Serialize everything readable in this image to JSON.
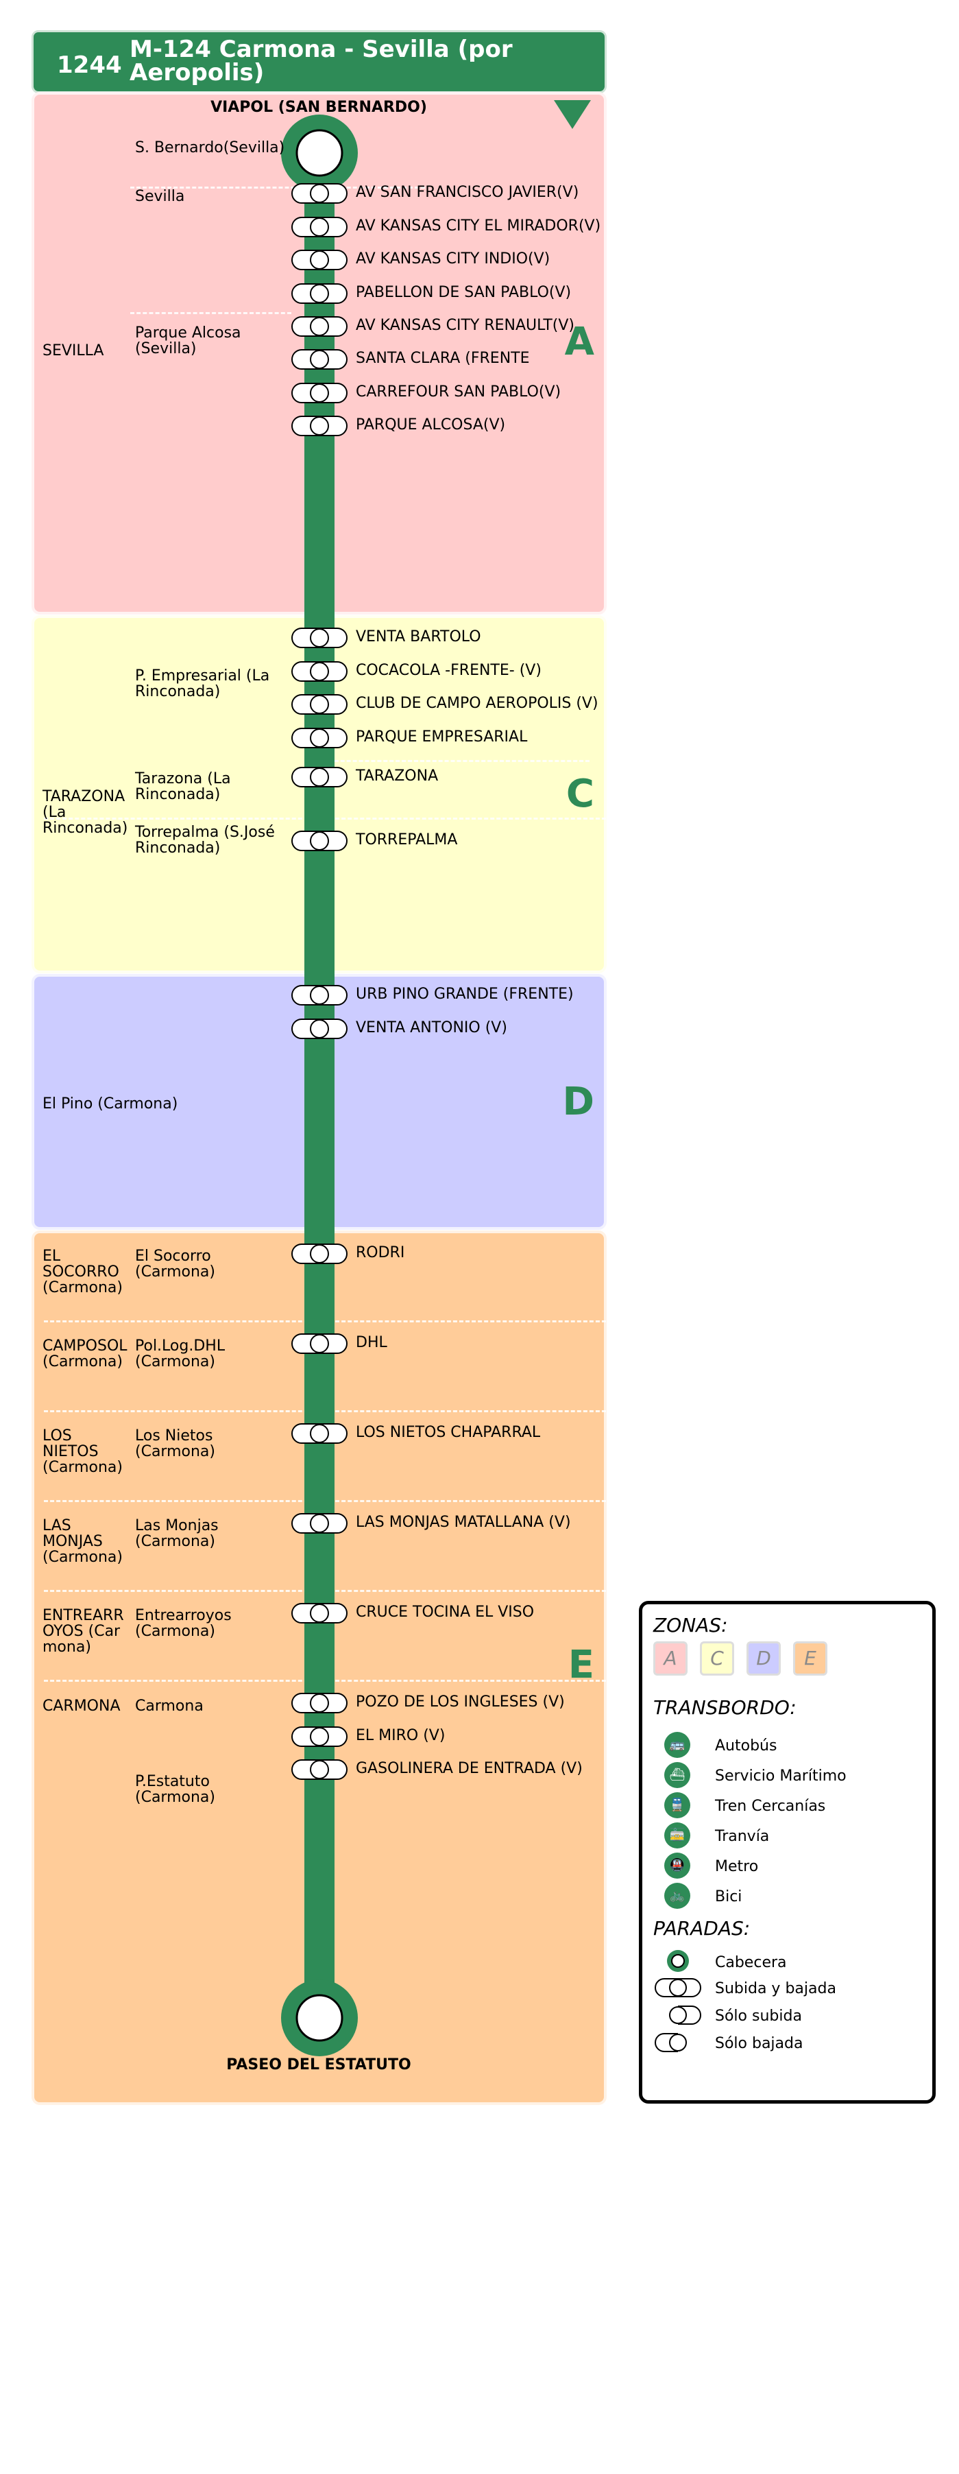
{
  "header": {
    "code": "1244",
    "name": "M-124 Carmona - Sevilla (por Aeropolis)"
  },
  "origin": {
    "title": "VIAPOL (SAN BERNARDO)",
    "locality": "S. Bernardo(Sevilla)"
  },
  "destination": {
    "title": "PASEO DEL ESTATUTO"
  },
  "zones": {
    "A": {
      "letter": "A",
      "color": "#ffcccc",
      "municipality": "SEVILLA",
      "localities": [
        "Sevilla",
        "Parque Alcosa (Sevilla)"
      ]
    },
    "C": {
      "letter": "C",
      "color": "#ffffcc",
      "municipality": "TARAZONA (La Rinconada)",
      "localities": [
        "P. Empresarial (La Rinconada)",
        "Tarazona (La Rinconada)",
        "Torrepalma (S.José Rinconada)"
      ]
    },
    "D": {
      "letter": "D",
      "color": "#ccccff",
      "municipality": "El Pino (Carmona)"
    },
    "E": {
      "letter": "E",
      "color": "#ffcc99",
      "groups": [
        {
          "municipality": "EL SOCORRO (Carmona)",
          "locality": "El Socorro (Carmona)"
        },
        {
          "municipality": "CAMPOSOL (Carmona)",
          "locality": "Pol.Log.DHL (Carmona)"
        },
        {
          "municipality": "LOS NIETOS (Carmona)",
          "locality": "Los Nietos (Carmona)"
        },
        {
          "municipality": "LAS MONJAS (Carmona)",
          "locality": "Las Monjas (Carmona)"
        },
        {
          "municipality": "ENTREARROYOS (Carmona)",
          "locality": "Entrearroyos (Carmona)"
        },
        {
          "municipality": "CARMONA",
          "locality": "Carmona"
        },
        {
          "municipality": "",
          "locality": "P.Estatuto (Carmona)"
        }
      ]
    }
  },
  "stops": [
    "AV SAN FRANCISCO JAVIER(V)",
    "AV KANSAS CITY EL MIRADOR(V)",
    "AV KANSAS CITY INDIO(V)",
    "PABELLON DE SAN PABLO(V)",
    "AV KANSAS CITY RENAULT(V)",
    "SANTA CLARA (FRENTE",
    "CARREFOUR SAN PABLO(V)",
    "PARQUE ALCOSA(V)",
    "VENTA BARTOLO",
    "COCACOLA -FRENTE- (V)",
    "CLUB DE CAMPO AEROPOLIS (V)",
    "PARQUE EMPRESARIAL",
    "TARAZONA",
    "TORREPALMA",
    "URB PINO GRANDE (FRENTE)",
    "VENTA ANTONIO (V)",
    "RODRI",
    "DHL",
    "LOS NIETOS CHAPARRAL",
    "LAS MONJAS MATALLANA (V)",
    "CRUCE TOCINA EL VISO",
    "POZO DE LOS INGLESES (V)",
    "EL MIRO (V)",
    "GASOLINERA DE ENTRADA (V)"
  ],
  "legend": {
    "zones_title": "ZONAS:",
    "zones": [
      {
        "letter": "A",
        "color": "#ffcccc"
      },
      {
        "letter": "C",
        "color": "#ffffcc"
      },
      {
        "letter": "D",
        "color": "#ccccff"
      },
      {
        "letter": "E",
        "color": "#ffcc99"
      }
    ],
    "transfer_title": "TRANSBORDO:",
    "transfers": [
      {
        "label": "Autobús",
        "icon": "bus-icon"
      },
      {
        "label": "Servicio Marítimo",
        "icon": "boat-icon"
      },
      {
        "label": "Tren Cercanías",
        "icon": "train-icon"
      },
      {
        "label": "Tranvía",
        "icon": "tram-icon"
      },
      {
        "label": "Metro",
        "icon": "metro-icon"
      },
      {
        "label": "Bici",
        "icon": "bike-icon"
      }
    ],
    "stops_title": "PARADAS:",
    "stop_types": [
      "Cabecera",
      "Subida y bajada",
      "Sólo subida",
      "Sólo bajada"
    ]
  },
  "colors": {
    "line": "#2e8b57"
  }
}
